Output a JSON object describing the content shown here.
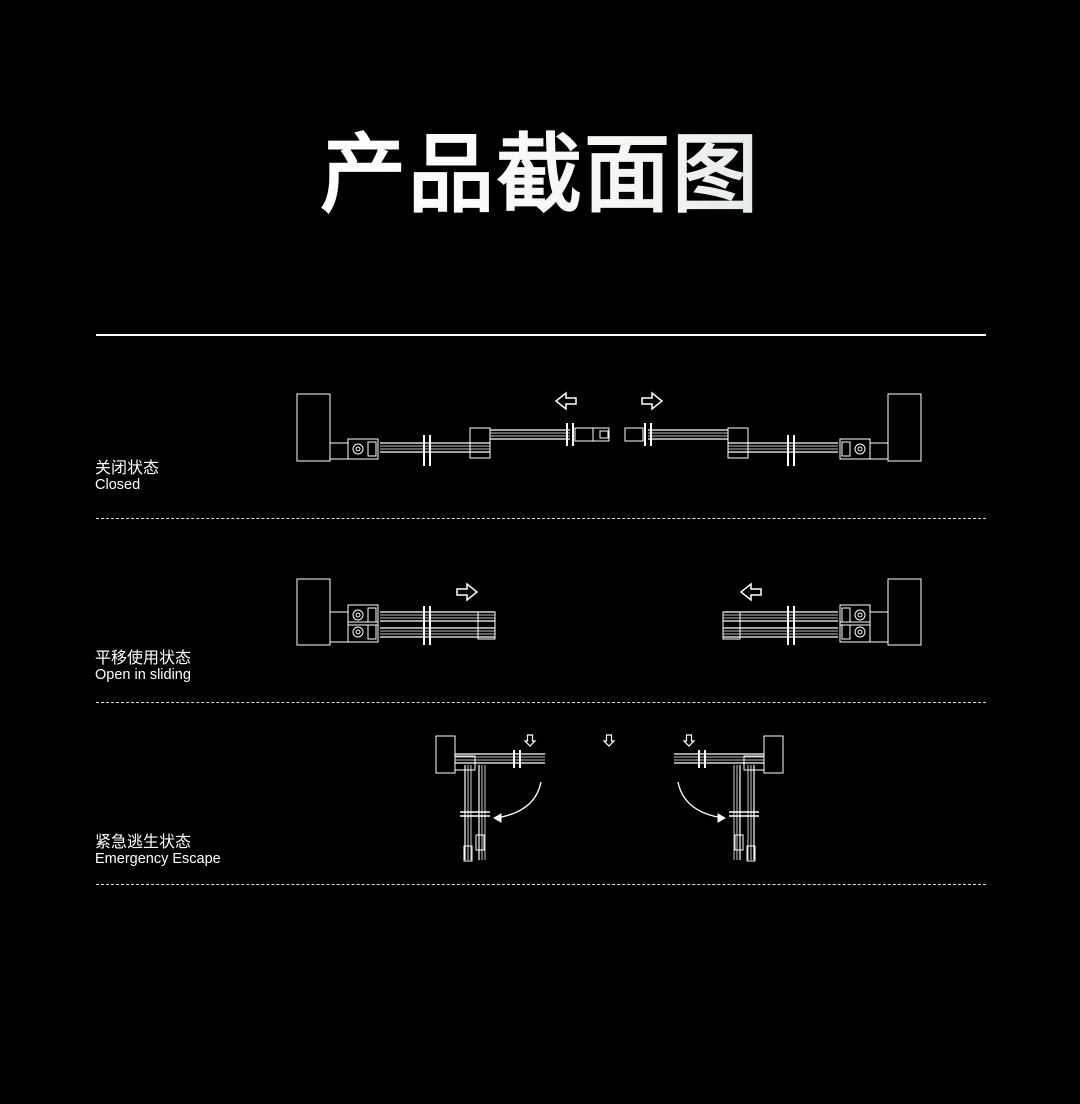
{
  "title": "产品截面图",
  "states": [
    {
      "zh": "关闭状态",
      "en": "Closed"
    },
    {
      "zh": "平移使用状态",
      "en": "Open in sliding"
    },
    {
      "zh": "紧急逃生状态",
      "en": "Emergency Escape"
    }
  ],
  "colors": {
    "background": "#000000",
    "line": "#ffffff"
  }
}
